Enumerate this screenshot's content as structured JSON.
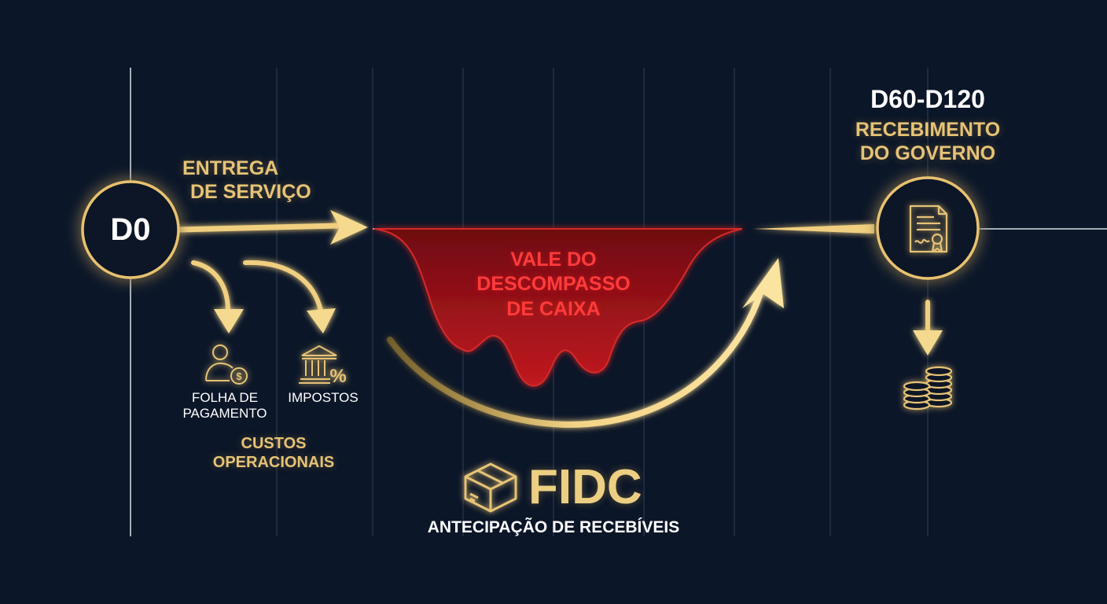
{
  "start": {
    "day": "D0",
    "event_line1": "ENTREGA",
    "event_line2": "DE SERVIÇO"
  },
  "costs": {
    "items": [
      {
        "label_line1": "FOLHA DE",
        "label_line2": "PAGAMENTO",
        "icon": "person-dollar-icon"
      },
      {
        "label": "IMPOSTOS",
        "icon": "bank-percent-icon"
      }
    ],
    "group_line1": "CUSTOS",
    "group_line2": "OPERACIONAIS"
  },
  "valley": {
    "line1": "VALE DO",
    "line2": "DESCOMPASSO",
    "line3": "DE CAIXA"
  },
  "fidc": {
    "title": "FIDC",
    "subtitle": "ANTECIPAÇÃO DE RECEBÍVEIS",
    "icon": "box-icon"
  },
  "end": {
    "day": "D60-D120",
    "event_line1": "RECEBIMENTO",
    "event_line2": "DO GOVERNO",
    "icon": "certificate-document-icon",
    "result_icon": "coins-icon"
  },
  "colors": {
    "background": "#0b1628",
    "gold": "#e6c376",
    "red": "#ff3b3b",
    "valley_fill": "#8a0e14"
  }
}
